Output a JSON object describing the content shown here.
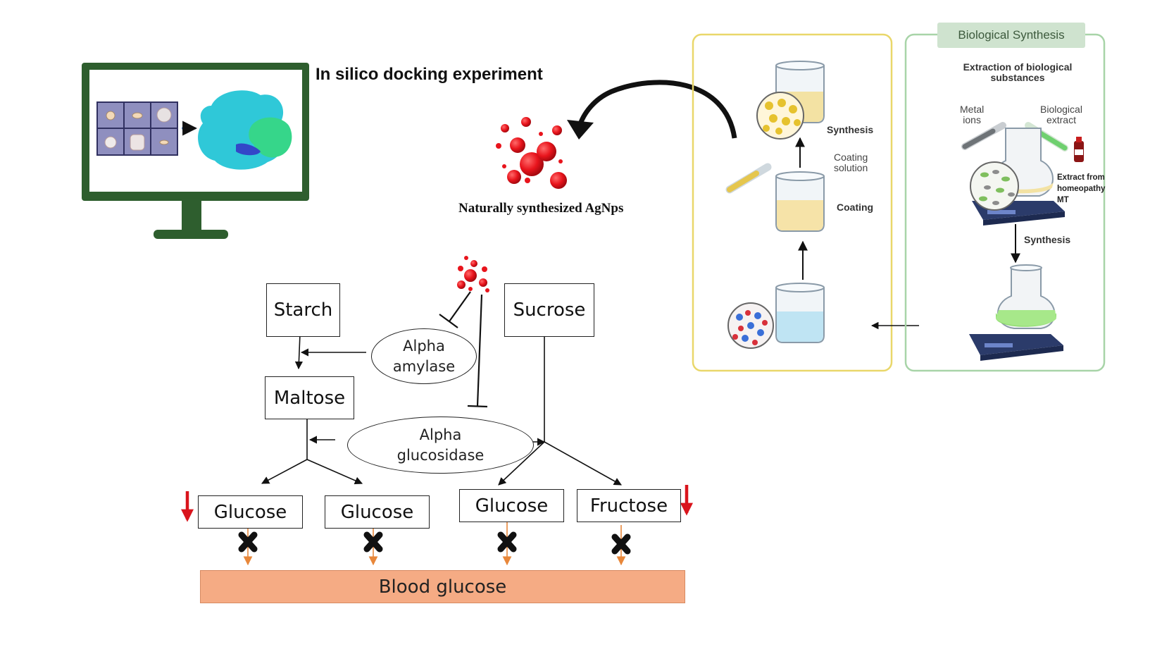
{
  "colors": {
    "monitor_frame": "#2e5e2e",
    "nanoparticle_red": "#e8141c",
    "blood_fill": "#f5ab84",
    "yellow_panel": "#e9d76a",
    "green_panel": "#a8d4a8",
    "arrow_red": "#d9141c"
  },
  "top_left": {
    "title": "In silico docking experiment",
    "nanoparticle_caption": "Naturally synthesized AgNps"
  },
  "pathway": {
    "starch": "Starch",
    "sucrose": "Sucrose",
    "maltose": "Maltose",
    "alpha_amylase_line1": "Alpha",
    "alpha_amylase_line2": "amylase",
    "alpha_glucosidase_line1": "Alpha",
    "alpha_glucosidase_line2": "glucosidase",
    "glucose_1": "Glucose",
    "glucose_2": "Glucose",
    "glucose_3": "Glucose",
    "fructose": "Fructose",
    "blood_glucose": "Blood glucose"
  },
  "coating_panel": {
    "synthesis": "Synthesis",
    "coating_solution_line1": "Coating",
    "coating_solution_line2": "solution",
    "coating": "Coating"
  },
  "bio_panel": {
    "header": "Biological Synthesis",
    "extraction_line1": "Extraction of biological",
    "extraction_line2": "substances",
    "metal_ions_line1": "Metal",
    "metal_ions_line2": "ions",
    "bio_extract_line1": "Biological",
    "bio_extract_line2": "extract",
    "homeopathy_line1": "Extract from",
    "homeopathy_line2": "homeopathy",
    "homeopathy_line3": "MT",
    "synthesis": "Synthesis"
  }
}
